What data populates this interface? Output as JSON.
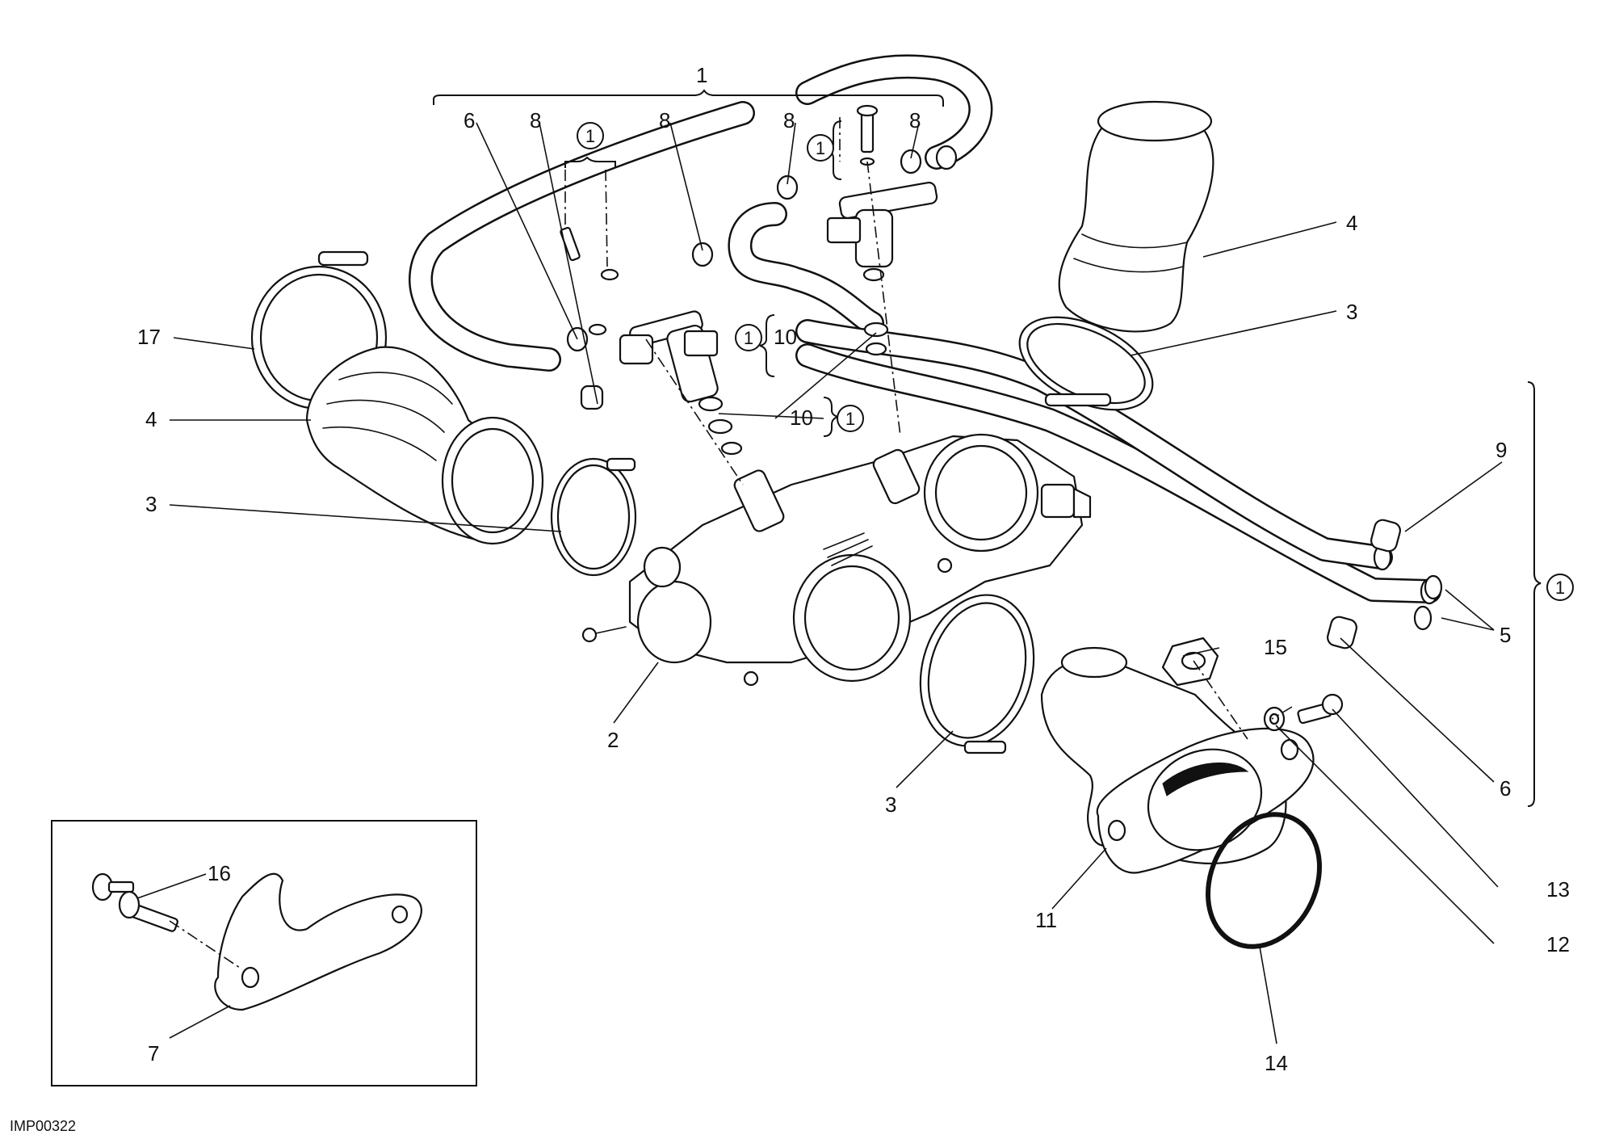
{
  "doc_ref": "IMP00322",
  "circled_marker": "1",
  "callouts": {
    "c1": "1",
    "c2": "2",
    "c3a": "3",
    "c3b": "3",
    "c3c": "3",
    "c4a": "4",
    "c4b": "4",
    "c5": "5",
    "c6a": "6",
    "c6b": "6",
    "c7": "7",
    "c8a": "8",
    "c8b": "8",
    "c8c": "8",
    "c8d": "8",
    "c9": "9",
    "c10a": "10",
    "c10b": "10",
    "c11": "11",
    "c12": "12",
    "c13": "13",
    "c14": "14",
    "c15": "15",
    "c16": "16",
    "c17": "17"
  }
}
